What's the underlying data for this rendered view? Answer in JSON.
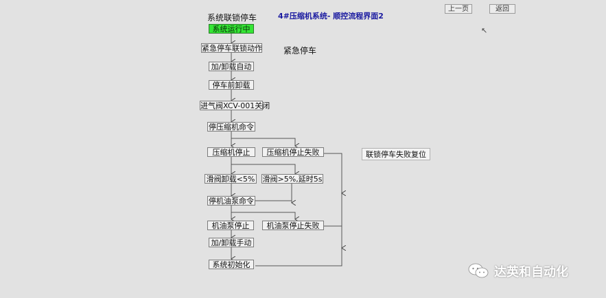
{
  "header": {
    "section_label": "系统联锁停车",
    "page_title": "4#压缩机系统- 顺控流程界面2",
    "prev_button": "上一页",
    "back_button": "返回"
  },
  "left_column": [
    {
      "id": "running",
      "label": "系统运行中",
      "status": "active"
    },
    {
      "id": "emergency-interlock",
      "label": "紧急停车联锁动作"
    },
    {
      "id": "load-auto",
      "label": "加/卸载自动"
    },
    {
      "id": "unload-before-stop",
      "label": "停车前卸载"
    },
    {
      "id": "valve-xcv001-close",
      "label": "进气阀XCV-001关闭"
    },
    {
      "id": "compressor-stop-cmd",
      "label": "停压缩机命令"
    },
    {
      "id": "compressor-stopped",
      "label": "压缩机停止"
    },
    {
      "id": "slide-valve-unload",
      "label": "滑阀卸载<5%"
    },
    {
      "id": "oil-pump-stop-cmd",
      "label": "停机油泵命令"
    },
    {
      "id": "oil-pump-stopped",
      "label": "机油泵停止"
    },
    {
      "id": "load-manual",
      "label": "加/卸载手动"
    },
    {
      "id": "system-init",
      "label": "系统初始化"
    }
  ],
  "right_column": [
    {
      "id": "compressor-stop-fail",
      "label": "压缩机停止失败"
    },
    {
      "id": "slide-valve-delay",
      "label": "滑阀>5%,延时5s"
    },
    {
      "id": "oil-pump-stop-fail",
      "label": "机油泵停止失败"
    }
  ],
  "side_labels": {
    "emergency_stop": "紧急停车",
    "interlock_fail_reset": "联锁停车失败复位"
  },
  "watermark": {
    "icon": "wechat-icon",
    "text": "达英和自动化"
  },
  "colors": {
    "running": "#35e635",
    "title": "#1a1aa0",
    "background": "#e2e2e2"
  }
}
